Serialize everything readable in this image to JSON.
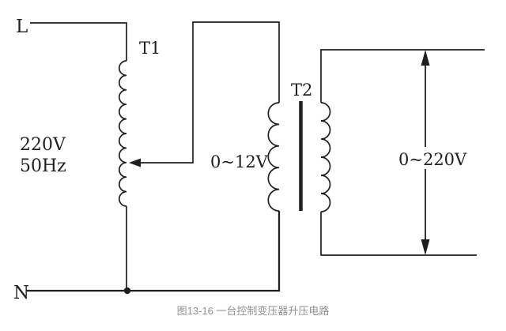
{
  "figure": {
    "caption": "图13-16 一台控制变压器升压电路",
    "terminals": {
      "line": "L",
      "neutral": "N"
    },
    "components": {
      "t1": "T1",
      "t2": "T2"
    },
    "values": {
      "supply_voltage": "220V",
      "supply_frequency": "50Hz",
      "t2_primary_voltage": "0~12V",
      "output_voltage": "0~220V"
    },
    "colors": {
      "wire": "#1f1f1f",
      "caption_text": "#8f8f8f",
      "background": "#ffffff"
    }
  }
}
